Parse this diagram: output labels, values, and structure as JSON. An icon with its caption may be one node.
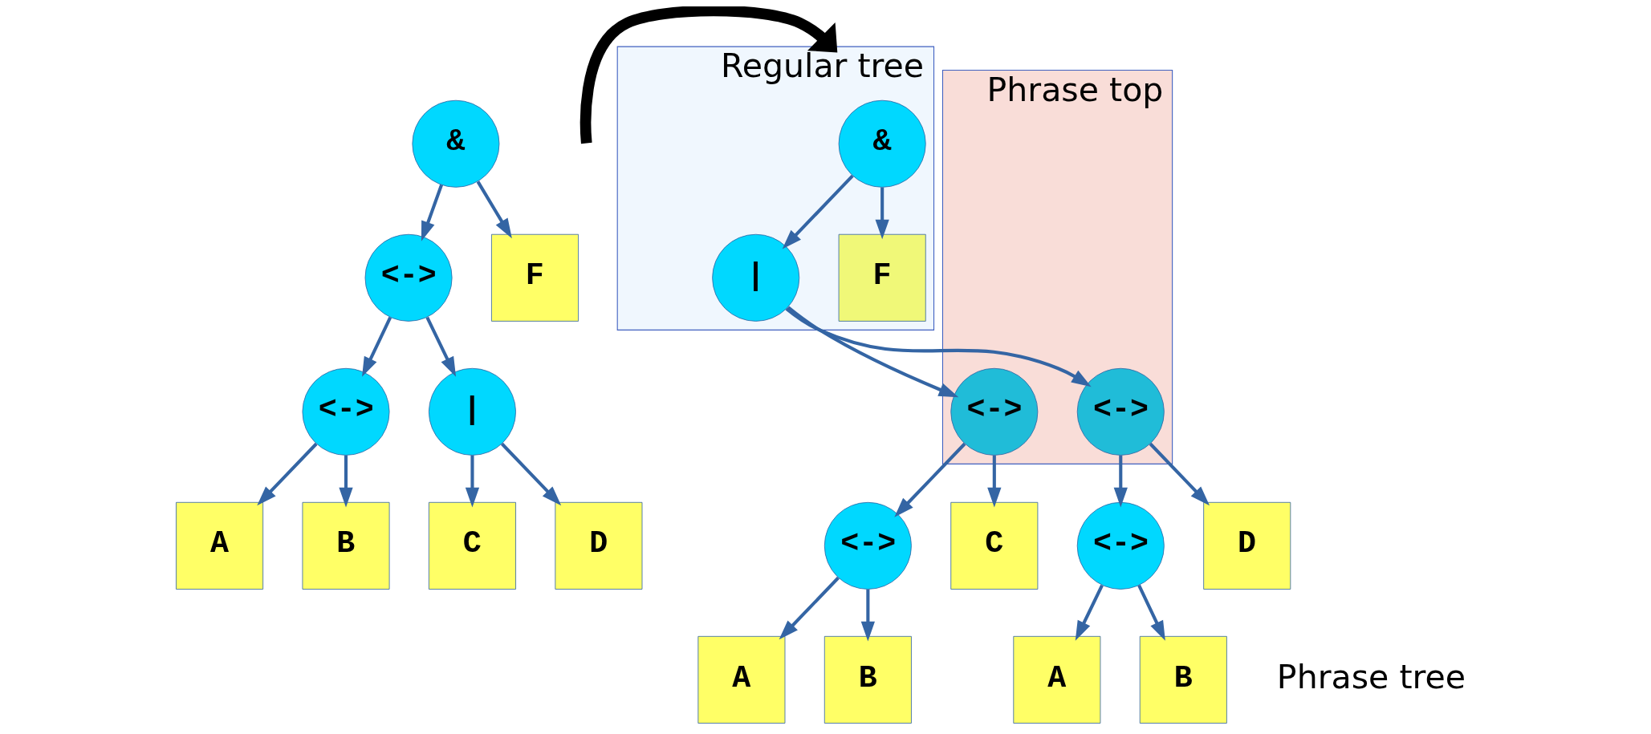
{
  "diagram": {
    "nodes": [
      {
        "text": [
          "&"
        ]
      },
      {
        "text": [
          "<->"
        ]
      },
      {
        "text": [
          "F"
        ]
      },
      {
        "text": [
          "<->"
        ]
      },
      {
        "text": [
          "|"
        ]
      },
      {
        "text": [
          "A"
        ]
      },
      {
        "text": [
          "B"
        ]
      },
      {
        "text": [
          "C"
        ]
      },
      {
        "text": [
          "D"
        ]
      },
      {
        "text": [
          "Regular tree"
        ]
      },
      {
        "text": [
          "&"
        ],
        "in": 9
      },
      {
        "text": [
          "|"
        ],
        "in": 9
      },
      {
        "text": [
          "F"
        ],
        "in": 9
      },
      {
        "text": [
          "Phrase top"
        ]
      },
      {
        "text": [
          "<->"
        ],
        "in": 13
      },
      {
        "text": [
          "<->"
        ],
        "in": 13
      },
      {
        "text": [
          "<->"
        ]
      },
      {
        "text": [
          "C"
        ]
      },
      {
        "text": [
          "<->"
        ]
      },
      {
        "text": [
          "D"
        ]
      },
      {
        "text": [
          "A"
        ]
      },
      {
        "text": [
          "B"
        ]
      },
      {
        "text": [
          "A"
        ]
      },
      {
        "text": [
          "B"
        ]
      }
    ],
    "edges": [
      {
        "from": 0,
        "to": 1,
        "arrow": "to"
      },
      {
        "from": 0,
        "to": 2,
        "arrow": "to"
      },
      {
        "from": 1,
        "to": 3,
        "arrow": "to"
      },
      {
        "from": 1,
        "to": 4,
        "arrow": "to"
      },
      {
        "from": 3,
        "to": 5,
        "arrow": "to"
      },
      {
        "from": 3,
        "to": 6,
        "arrow": "to"
      },
      {
        "from": 4,
        "to": 7,
        "arrow": "to"
      },
      {
        "from": 4,
        "to": 8,
        "arrow": "to"
      },
      {
        "from": null,
        "to": 9,
        "arrow": "to",
        "style": "thick",
        "color": "#000000"
      },
      {
        "from": 10,
        "to": 11,
        "arrow": "to"
      },
      {
        "from": 10,
        "to": 12,
        "arrow": "to"
      },
      {
        "from": 11,
        "to": 14,
        "arrow": "to"
      },
      {
        "from": 11,
        "to": 15,
        "arrow": "to"
      },
      {
        "from": 14,
        "to": 16,
        "arrow": "to"
      },
      {
        "from": 14,
        "to": 17,
        "arrow": "to"
      },
      {
        "from": 15,
        "to": 18,
        "arrow": "to"
      },
      {
        "from": 15,
        "to": 19,
        "arrow": "to"
      },
      {
        "from": 16,
        "to": 20,
        "arrow": "to"
      },
      {
        "from": 16,
        "to": 21,
        "arrow": "to"
      },
      {
        "from": 18,
        "to": 22,
        "arrow": "to"
      },
      {
        "from": 18,
        "to": 23,
        "arrow": "to"
      }
    ],
    "labels": [
      "Phrase tree"
    ]
  }
}
